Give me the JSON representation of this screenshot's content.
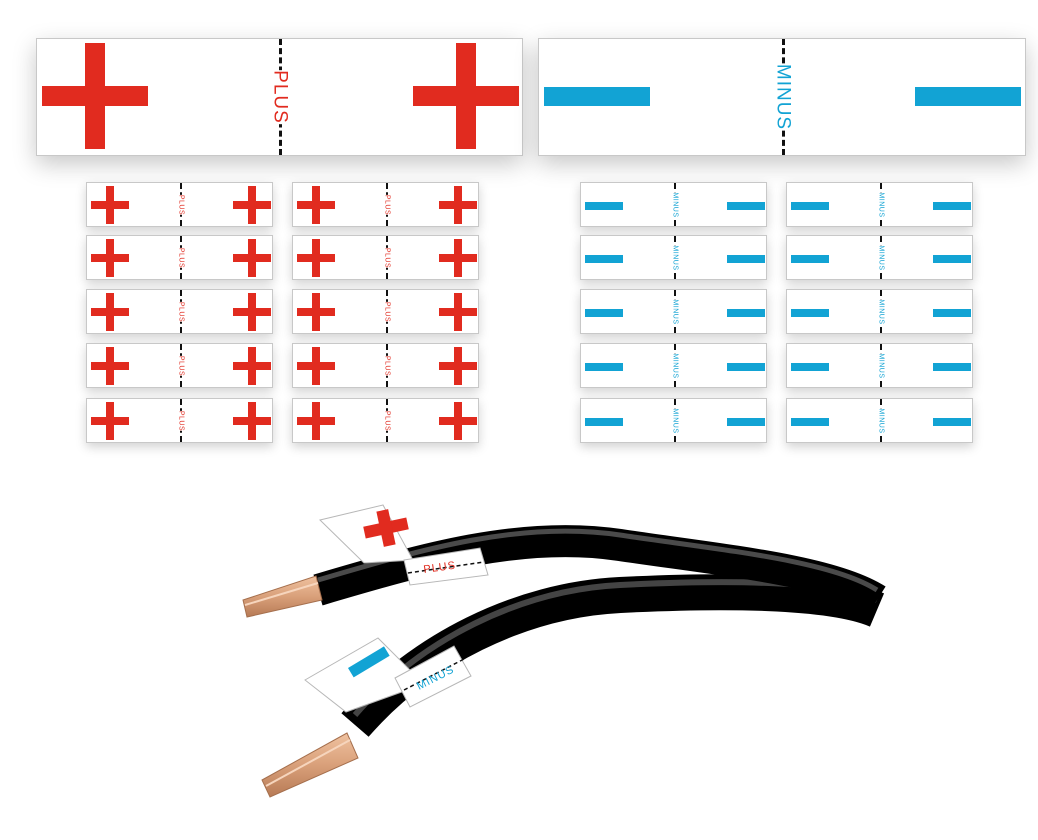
{
  "large_labels": {
    "plus_text": "PLUS",
    "minus_text": "MINUS"
  },
  "small_labels": {
    "plus_text": "PLUS",
    "minus_text": "MINUS",
    "rows": 5,
    "columns_per_group": 2
  },
  "cables": {
    "plus_tag_text": "PLUS",
    "minus_tag_text": "MINUS"
  },
  "colors": {
    "plus_red": "#e12b1f",
    "minus_blue": "#12a3d4",
    "cable_black": "#111111",
    "copper": "#d9a07a"
  }
}
